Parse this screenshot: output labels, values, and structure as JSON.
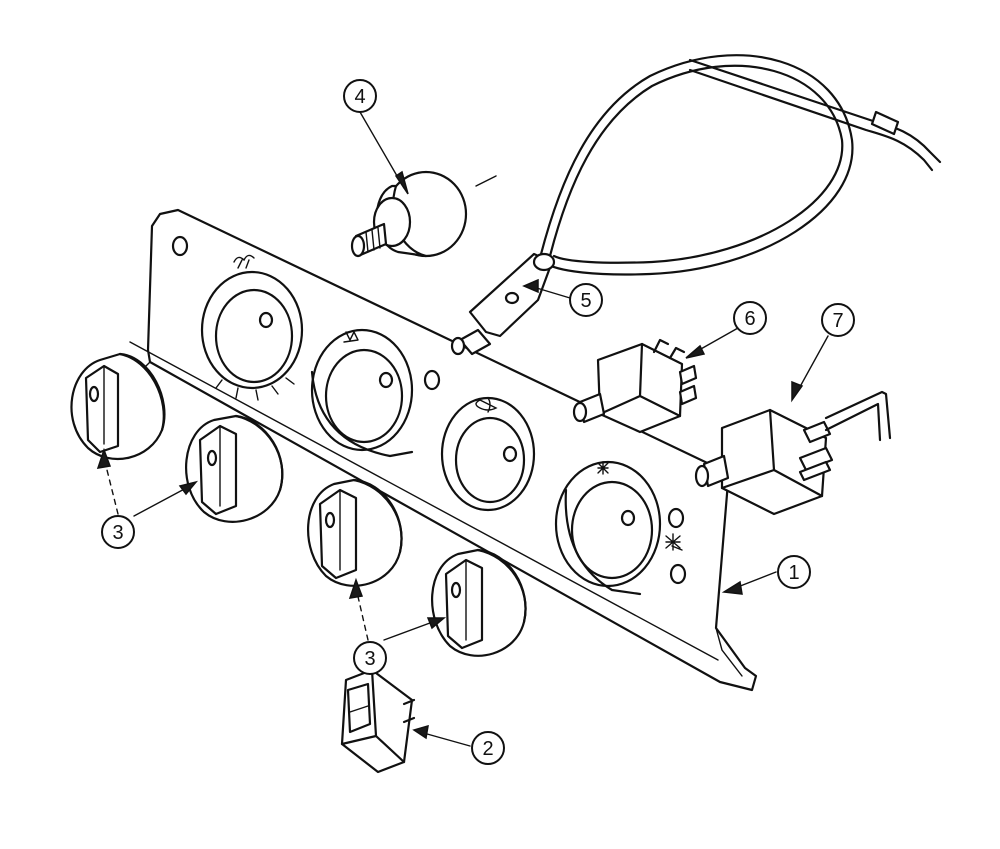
{
  "diagram": {
    "colors": {
      "line": "#111111",
      "background": "#ffffff"
    },
    "callouts": [
      {
        "id": "c1",
        "label": "1"
      },
      {
        "id": "c2",
        "label": "2"
      },
      {
        "id": "c3a",
        "label": "3"
      },
      {
        "id": "c3b",
        "label": "3"
      },
      {
        "id": "c4",
        "label": "4"
      },
      {
        "id": "c5",
        "label": "5"
      },
      {
        "id": "c6",
        "label": "6"
      },
      {
        "id": "c7",
        "label": "7"
      }
    ]
  }
}
